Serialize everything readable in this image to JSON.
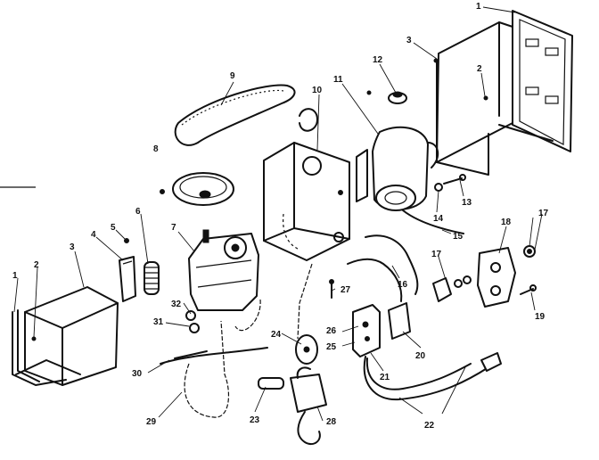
{
  "callouts": [
    {
      "id": "c1a",
      "text": "1"
    },
    {
      "id": "c1b",
      "text": "1"
    },
    {
      "id": "c2a",
      "text": "2"
    },
    {
      "id": "c2b",
      "text": "2"
    },
    {
      "id": "c3a",
      "text": "3"
    },
    {
      "id": "c3b",
      "text": "3"
    },
    {
      "id": "c4",
      "text": "4"
    },
    {
      "id": "c5",
      "text": "5"
    },
    {
      "id": "c6",
      "text": "6"
    },
    {
      "id": "c7",
      "text": "7"
    },
    {
      "id": "c8",
      "text": "8"
    },
    {
      "id": "c9",
      "text": "9"
    },
    {
      "id": "c10",
      "text": "10"
    },
    {
      "id": "c11",
      "text": "11"
    },
    {
      "id": "c12",
      "text": "12"
    },
    {
      "id": "c13",
      "text": "13"
    },
    {
      "id": "c14",
      "text": "14"
    },
    {
      "id": "c15",
      "text": "15"
    },
    {
      "id": "c16",
      "text": "16"
    },
    {
      "id": "c17a",
      "text": "17"
    },
    {
      "id": "c17b",
      "text": "17"
    },
    {
      "id": "c18",
      "text": "18"
    },
    {
      "id": "c19",
      "text": "19"
    },
    {
      "id": "c20",
      "text": "20"
    },
    {
      "id": "c21",
      "text": "21"
    },
    {
      "id": "c22",
      "text": "22"
    },
    {
      "id": "c23",
      "text": "23"
    },
    {
      "id": "c24",
      "text": "24"
    },
    {
      "id": "c25",
      "text": "25"
    },
    {
      "id": "c26",
      "text": "26"
    },
    {
      "id": "c27",
      "text": "27"
    },
    {
      "id": "c28",
      "text": "28"
    },
    {
      "id": "c29",
      "text": "29"
    },
    {
      "id": "c30",
      "text": "30"
    },
    {
      "id": "c31",
      "text": "31"
    },
    {
      "id": "c32",
      "text": "32"
    }
  ]
}
